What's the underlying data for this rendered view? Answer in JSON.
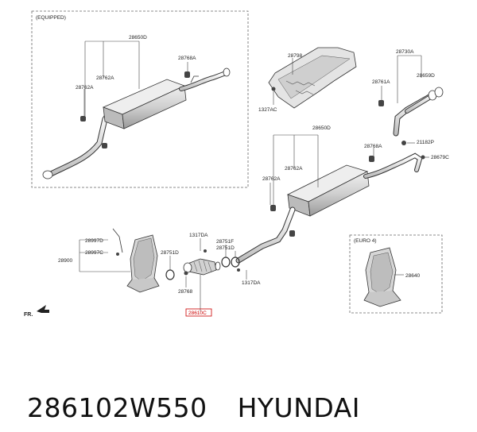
{
  "diagram": {
    "box_equipped_label": "(EQUIPPED)",
    "box_euro_label": "(EURO 4)",
    "fr_label": "FR.",
    "parts": {
      "p28650D_top": "28650D",
      "p28768A_top": "28768A",
      "p28762A_top_a": "28762A",
      "p28762A_top_b": "28762A",
      "p28798": "28798",
      "p1327AC": "1327AC",
      "p28730A": "28730A",
      "p28761A": "28761A",
      "p28659D": "28659D",
      "p28650D_mid": "28650D",
      "p28768A_mid": "28768A",
      "p21182P": "21182P",
      "p28679C": "28679C",
      "p28762A_mid_a": "28762A",
      "p28762A_mid_b": "28762A",
      "p28997D": "28997D",
      "p28997C": "28997C",
      "p28900": "28900",
      "p1317DA_top": "1317DA",
      "p28751D_left": "28751D",
      "p28751F": "28751F",
      "p28751D_right": "28751D",
      "p28768": "28768",
      "p28610C": "28610C",
      "p1317DA_bottom": "1317DA",
      "p28640": "28640"
    }
  },
  "caption": {
    "part_number": "286102W550",
    "brand": "HYUNDAI"
  },
  "colors": {
    "highlight": "#cc0000",
    "line": "#333333",
    "muffler_fill": "#d9d9d9"
  }
}
